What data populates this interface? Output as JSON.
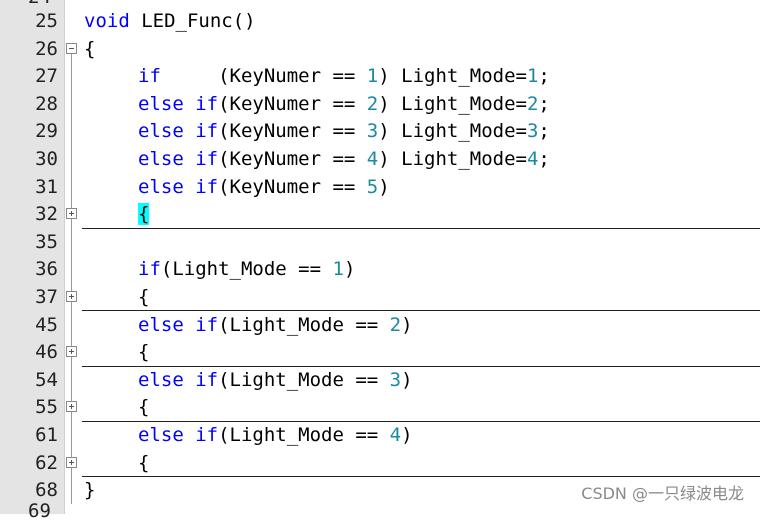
{
  "editor": {
    "colors": {
      "keyword": "#0000ff",
      "number": "#1a8aa0",
      "brace_highlight": "#00ffff",
      "gutter": "#e4e4e4"
    },
    "lines": [
      {
        "no": "25",
        "parts": [
          "void",
          " LED_Func()"
        ]
      },
      {
        "no": "26",
        "parts": [
          "{"
        ]
      },
      {
        "no": "27",
        "parts": [
          "if",
          "     (KeyNumer == ",
          "1",
          ") Light_Mode=",
          "1",
          ";"
        ]
      },
      {
        "no": "28",
        "parts": [
          "else if",
          "(KeyNumer == ",
          "2",
          ") Light_Mode=",
          "2",
          ";"
        ]
      },
      {
        "no": "29",
        "parts": [
          "else if",
          "(KeyNumer == ",
          "3",
          ") Light_Mode=",
          "3",
          ";"
        ]
      },
      {
        "no": "30",
        "parts": [
          "else if",
          "(KeyNumer == ",
          "4",
          ") Light_Mode=",
          "4",
          ";"
        ]
      },
      {
        "no": "31",
        "parts": [
          "else if",
          "(KeyNumer == ",
          "5",
          ")"
        ]
      },
      {
        "no": "32",
        "parts": [
          "{"
        ]
      },
      {
        "no": "35",
        "parts": []
      },
      {
        "no": "36",
        "parts": [
          "if",
          "(Light_Mode == ",
          "1",
          ")"
        ]
      },
      {
        "no": "37",
        "parts": [
          "{"
        ]
      },
      {
        "no": "45",
        "parts": [
          "else if",
          "(Light_Mode == ",
          "2",
          ")"
        ]
      },
      {
        "no": "46",
        "parts": [
          "{"
        ]
      },
      {
        "no": "54",
        "parts": [
          "else if",
          "(Light_Mode == ",
          "3",
          ")"
        ]
      },
      {
        "no": "55",
        "parts": [
          "{"
        ]
      },
      {
        "no": "61",
        "parts": [
          "else if",
          "(Light_Mode == ",
          "4",
          ")"
        ]
      },
      {
        "no": "62",
        "parts": [
          "{"
        ]
      },
      {
        "no": "68",
        "parts": [
          "}"
        ]
      }
    ]
  },
  "watermark": "CSDN @一只绿波电龙"
}
